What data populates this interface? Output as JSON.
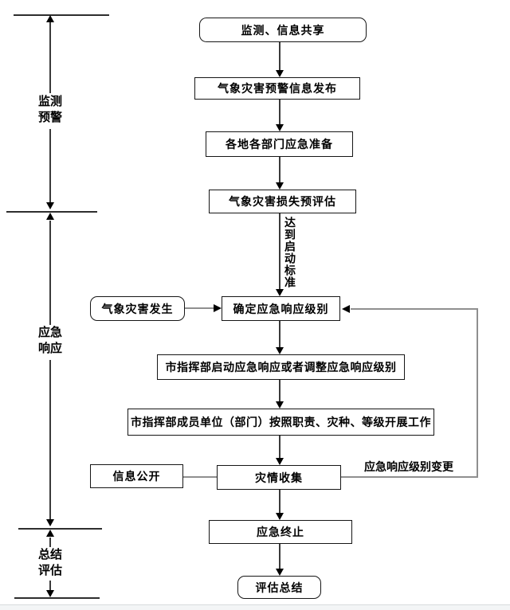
{
  "phases": [
    {
      "line1": "监测",
      "line2": "预警"
    },
    {
      "line1": "应急",
      "line2": "响应"
    },
    {
      "line1": "总结",
      "line2": "评估"
    }
  ],
  "nodes": {
    "monitor_share": "监测、信息共享",
    "warning_release": "气象灾害预警信息发布",
    "emergency_prep": "各地各部门应急准备",
    "loss_preassess": "气象灾害损失预评估",
    "disaster_occur": "气象灾害发生",
    "determine_level": "确定应急响应级别",
    "hq_start_adjust": "市指挥部启动应急响应或者调整应急响应级别",
    "members_work": "市指挥部成员单位（部门）按照职责、灾种、等级开展工作",
    "info_public": "信息公开",
    "disaster_collect": "灾情收集",
    "emergency_end": "应急终止",
    "eval_summary": "评估总结"
  },
  "edge_labels": {
    "reach_threshold": "达到启动标准",
    "level_change": "应急响应级别变更"
  },
  "colors": {
    "flow_line": "#333333",
    "connector_gray": "#8f8f8f",
    "box_border": "#161616",
    "background": "#ffffff"
  }
}
